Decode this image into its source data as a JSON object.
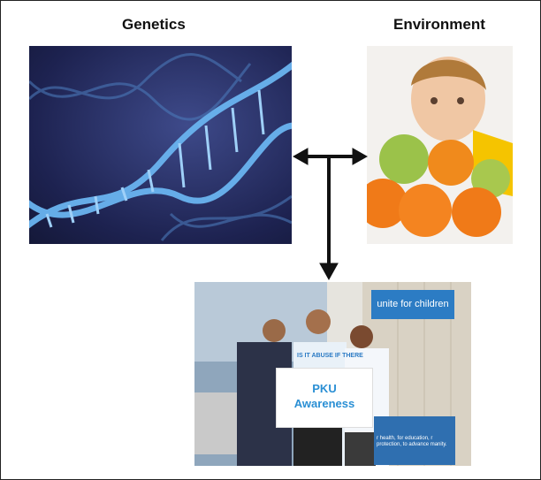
{
  "labels": {
    "genetics": "Genetics",
    "environment": "Environment"
  },
  "photo": {
    "sign_line1": "PKU",
    "sign_line2": "Awareness",
    "booth_sign": "unite for children",
    "shirt_text": "IS IT ABUSE IF THERE",
    "banner_text": "r health, for education, r protection, to advance manity."
  },
  "colors": {
    "arrow": "#111111",
    "sign_text": "#2a8fd4",
    "unicef_blue": "#2c7cc4"
  }
}
